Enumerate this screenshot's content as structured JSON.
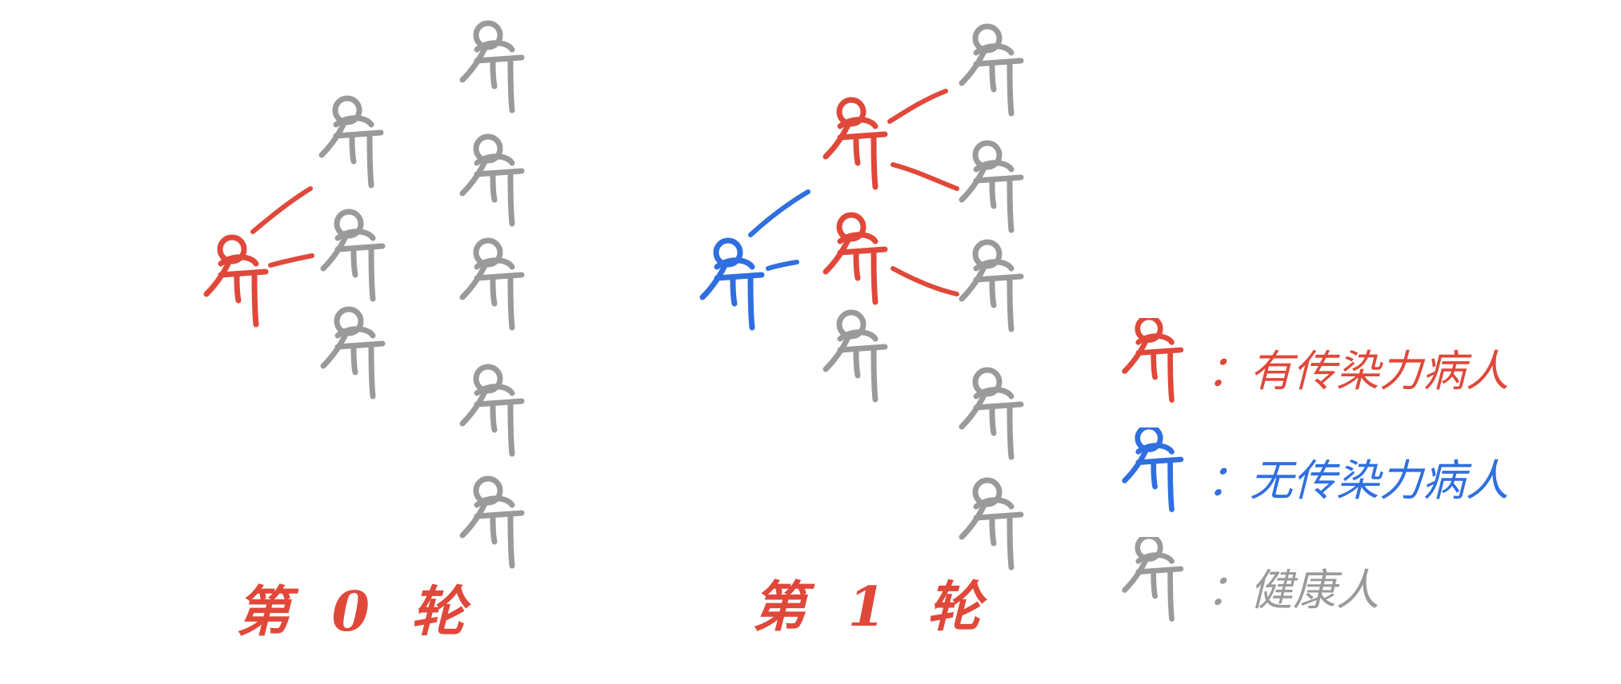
{
  "colors": {
    "infectious": "#e0483a",
    "noninfectious": "#2f6fe0",
    "healthy": "#9a9a9a"
  },
  "rounds": [
    {
      "label": "第 0 轮"
    },
    {
      "label": "第 1 轮"
    }
  ],
  "legend": [
    {
      "type": "infectious",
      "text": "：有传染力病人"
    },
    {
      "type": "noninfectious",
      "text": "：无传染力病人"
    },
    {
      "type": "healthy",
      "text": "：健康人"
    }
  ],
  "diagrams": [
    {
      "name": "round-0",
      "people": [
        {
          "type": "infectious"
        },
        {
          "type": "healthy"
        },
        {
          "type": "healthy"
        },
        {
          "type": "healthy"
        },
        {
          "type": "healthy"
        },
        {
          "type": "healthy"
        },
        {
          "type": "healthy"
        },
        {
          "type": "healthy"
        },
        {
          "type": "healthy"
        }
      ],
      "links": [
        {
          "from": 0,
          "to": 1,
          "type": "infectious"
        },
        {
          "from": 0,
          "to": 2,
          "type": "infectious"
        }
      ]
    },
    {
      "name": "round-1",
      "people": [
        {
          "type": "noninfectious"
        },
        {
          "type": "infectious"
        },
        {
          "type": "infectious"
        },
        {
          "type": "healthy"
        },
        {
          "type": "healthy"
        },
        {
          "type": "healthy"
        },
        {
          "type": "healthy"
        },
        {
          "type": "healthy"
        },
        {
          "type": "healthy"
        }
      ],
      "links": [
        {
          "from": 0,
          "to": 1,
          "type": "noninfectious"
        },
        {
          "from": 0,
          "to": 2,
          "type": "noninfectious"
        },
        {
          "from": 1,
          "to": 3,
          "type": "infectious"
        },
        {
          "from": 1,
          "to": 4,
          "type": "infectious"
        },
        {
          "from": 2,
          "to": 5,
          "type": "infectious"
        }
      ]
    }
  ]
}
